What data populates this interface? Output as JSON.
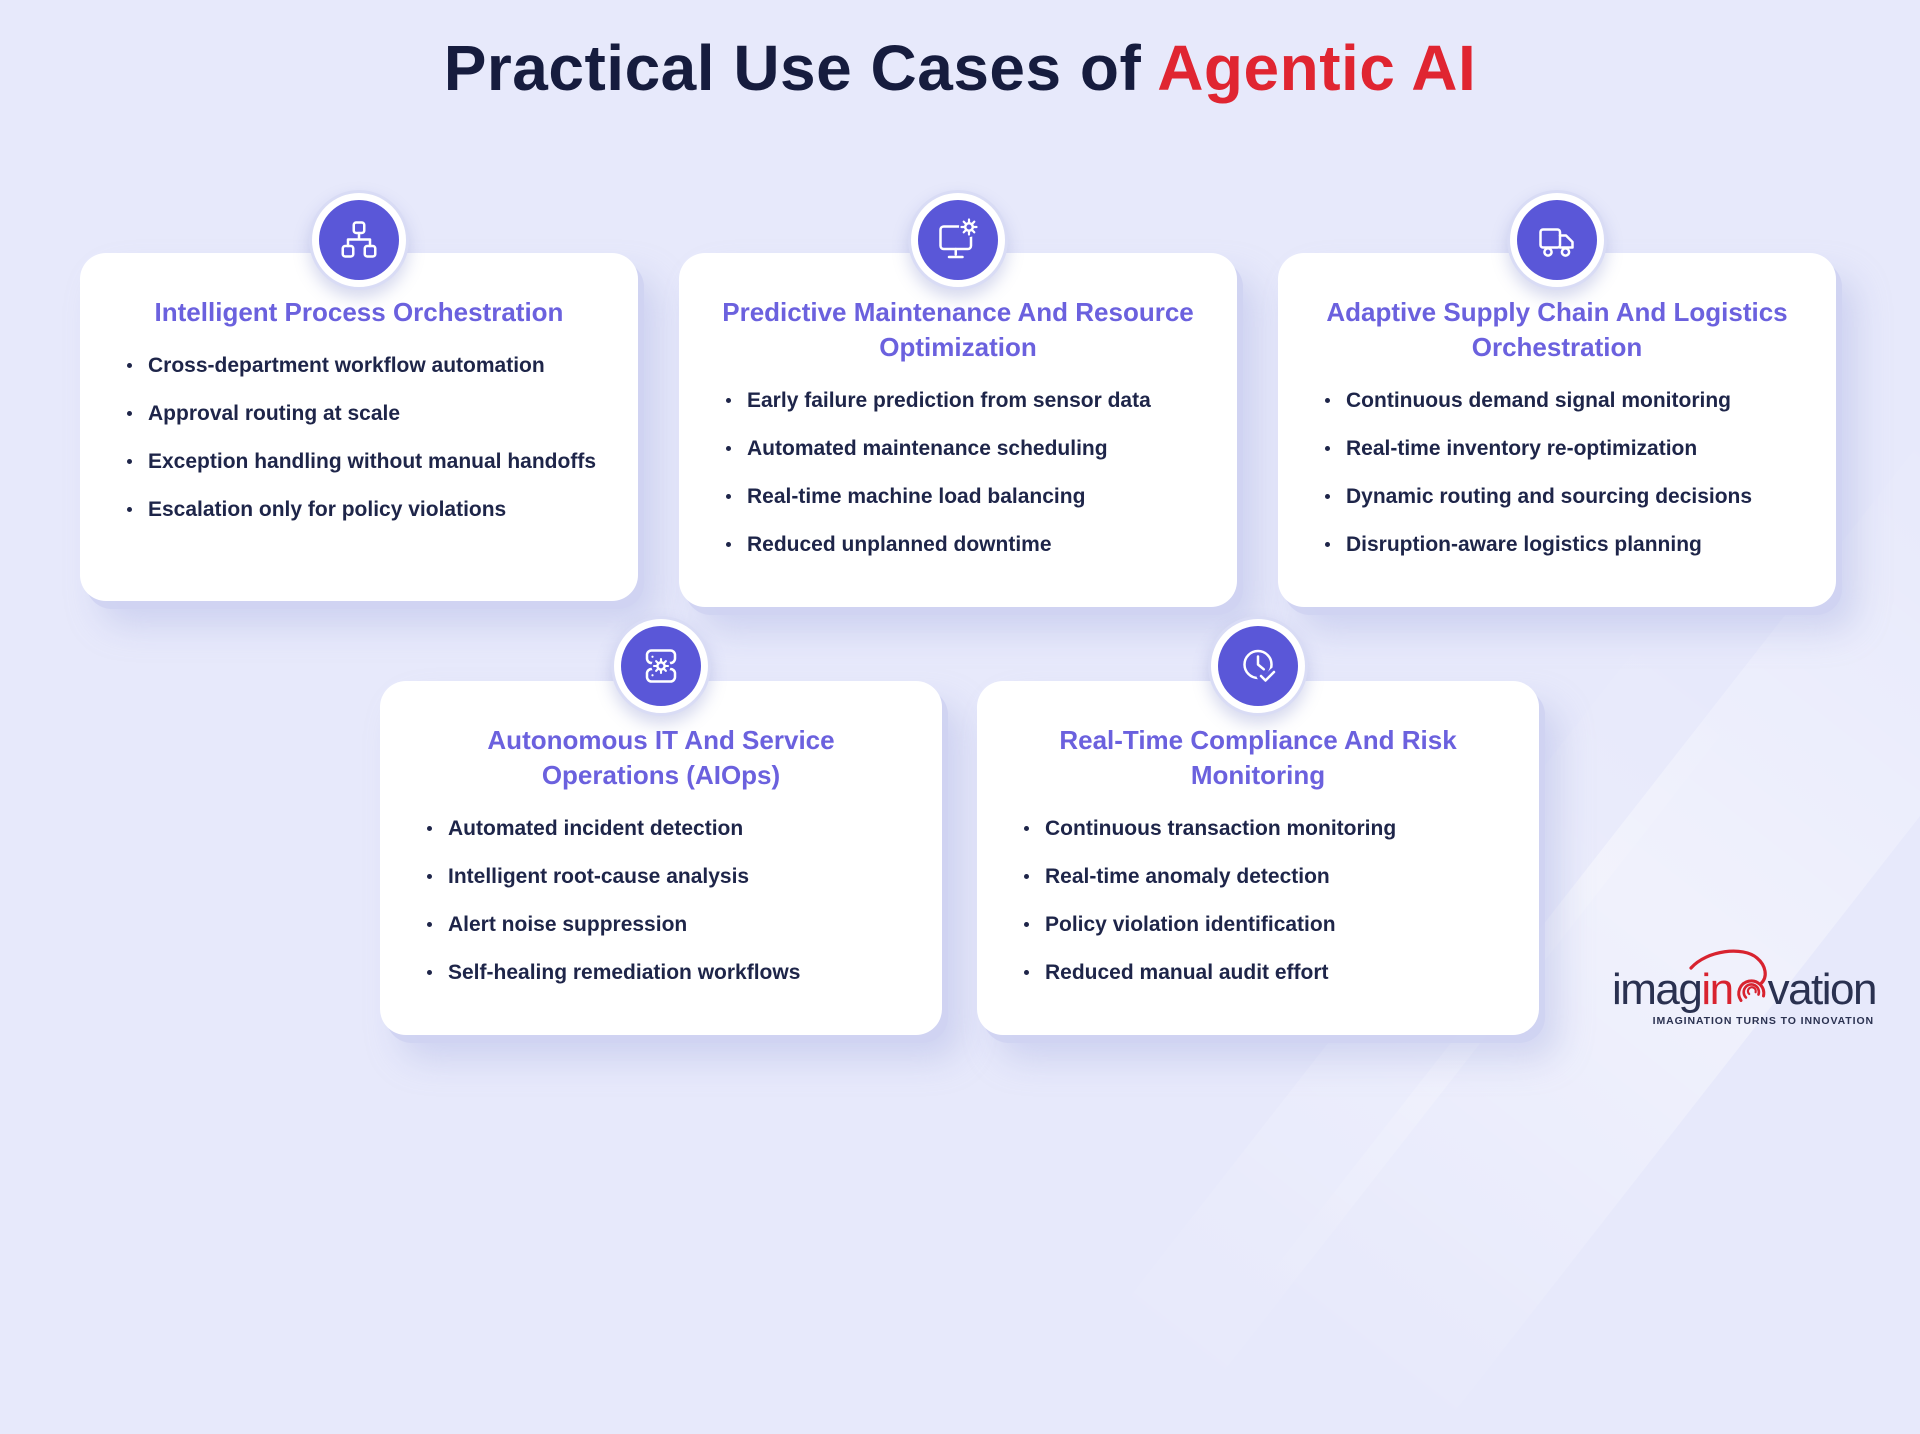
{
  "title": {
    "prefix": "Practical Use Cases of ",
    "highlight": "Agentic AI"
  },
  "colors": {
    "background": "#e7e9fb",
    "card_background": "#ffffff",
    "icon_circle_purple": "#5a57d8",
    "card_title_purple": "#6b61de",
    "body_navy": "#1e2549",
    "heading_navy": "#161c3e",
    "highlight_red": "#e02531",
    "logo_red": "#d8232f",
    "logo_navy": "#2a3150"
  },
  "cards": [
    {
      "icon": "org-chart-icon",
      "title": "Intelligent Process Orchestration",
      "bullets": [
        "Cross-department workflow automation",
        "Approval routing at scale",
        "Exception handling without manual handoffs",
        "Escalation only for policy violations"
      ]
    },
    {
      "icon": "monitor-gear-icon",
      "title": "Predictive Maintenance And Resource Optimization",
      "bullets": [
        "Early failure prediction from sensor data",
        "Automated maintenance scheduling",
        "Real-time machine load balancing",
        "Reduced unplanned downtime"
      ]
    },
    {
      "icon": "truck-icon",
      "title": "Adaptive Supply Chain And Logistics Orchestration",
      "bullets": [
        "Continuous demand signal monitoring",
        "Real-time inventory re-optimization",
        "Dynamic routing and sourcing decisions",
        "Disruption-aware logistics planning"
      ]
    },
    {
      "icon": "server-gear-icon",
      "title": "Autonomous IT And Service Operations (AIOps)",
      "bullets": [
        "Automated incident detection",
        "Intelligent root-cause analysis",
        "Alert noise suppression",
        "Self-healing remediation workflows"
      ]
    },
    {
      "icon": "clock-check-icon",
      "title": "Real-Time Compliance And Risk Monitoring",
      "bullets": [
        "Continuous transaction monitoring",
        "Real-time anomaly detection",
        "Policy violation identification",
        "Reduced manual audit effort"
      ]
    }
  ],
  "logo": {
    "text_start": "imag",
    "text_red": "in",
    "text_end": "vation",
    "tagline": "IMAGINATION TURNS TO INNOVATION"
  }
}
